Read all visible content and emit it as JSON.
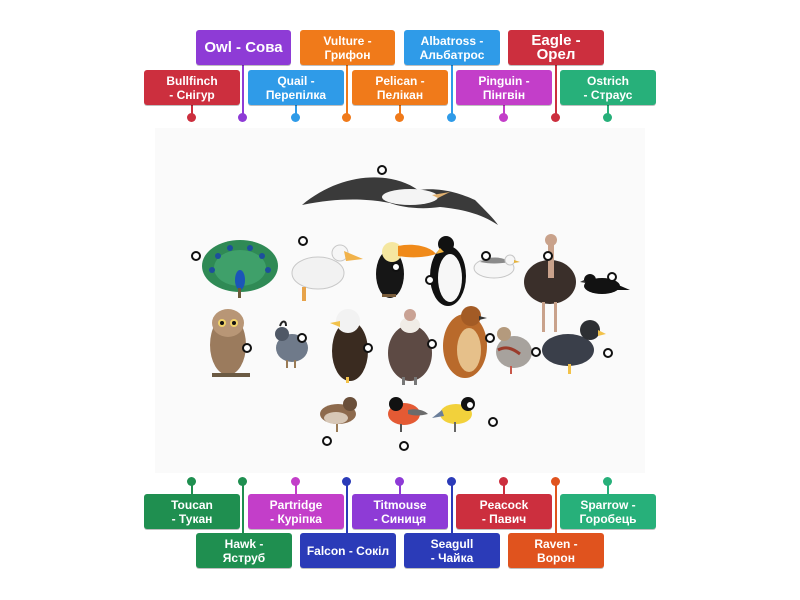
{
  "colors": {
    "red": "#cc2f3e",
    "purple": "#8e3bd6",
    "blue": "#2f9be8",
    "orange": "#f07a1a",
    "pink": "#c33ec9",
    "green": "#27b07a",
    "darkgreen": "#1f8f50",
    "navy": "#2b3bb8",
    "darkorange": "#e0531e"
  },
  "labels": {
    "owl": "Owl - Сова",
    "vulture": "Vulture -\nГрифон",
    "albatross": "Albatross -\nАльбатрос",
    "eagle": "Eagle - Орел",
    "bullfinch": "Bullfinch\n- Снігур",
    "quail": "Quail -\nПерепілка",
    "pelican": "Pelican -\nПелікан",
    "pinguin": "Pinguin -\nПінгвін",
    "ostrich": "Ostrich\n- Страус",
    "toucan": "Toucan\n- Тукан",
    "partridge": "Partridge\n- Курiпка",
    "titmouse": "Titmouse\n- Синиця",
    "peacock": "Peacock\n- Павич",
    "sparrow": "Sparrow -\nГоробець",
    "hawk": "Hawk -\nЯструб",
    "falcon": "Falcon - Сокіл",
    "seagull": "Seagull\n- Чайка",
    "raven": "Raven -\nВорон"
  }
}
